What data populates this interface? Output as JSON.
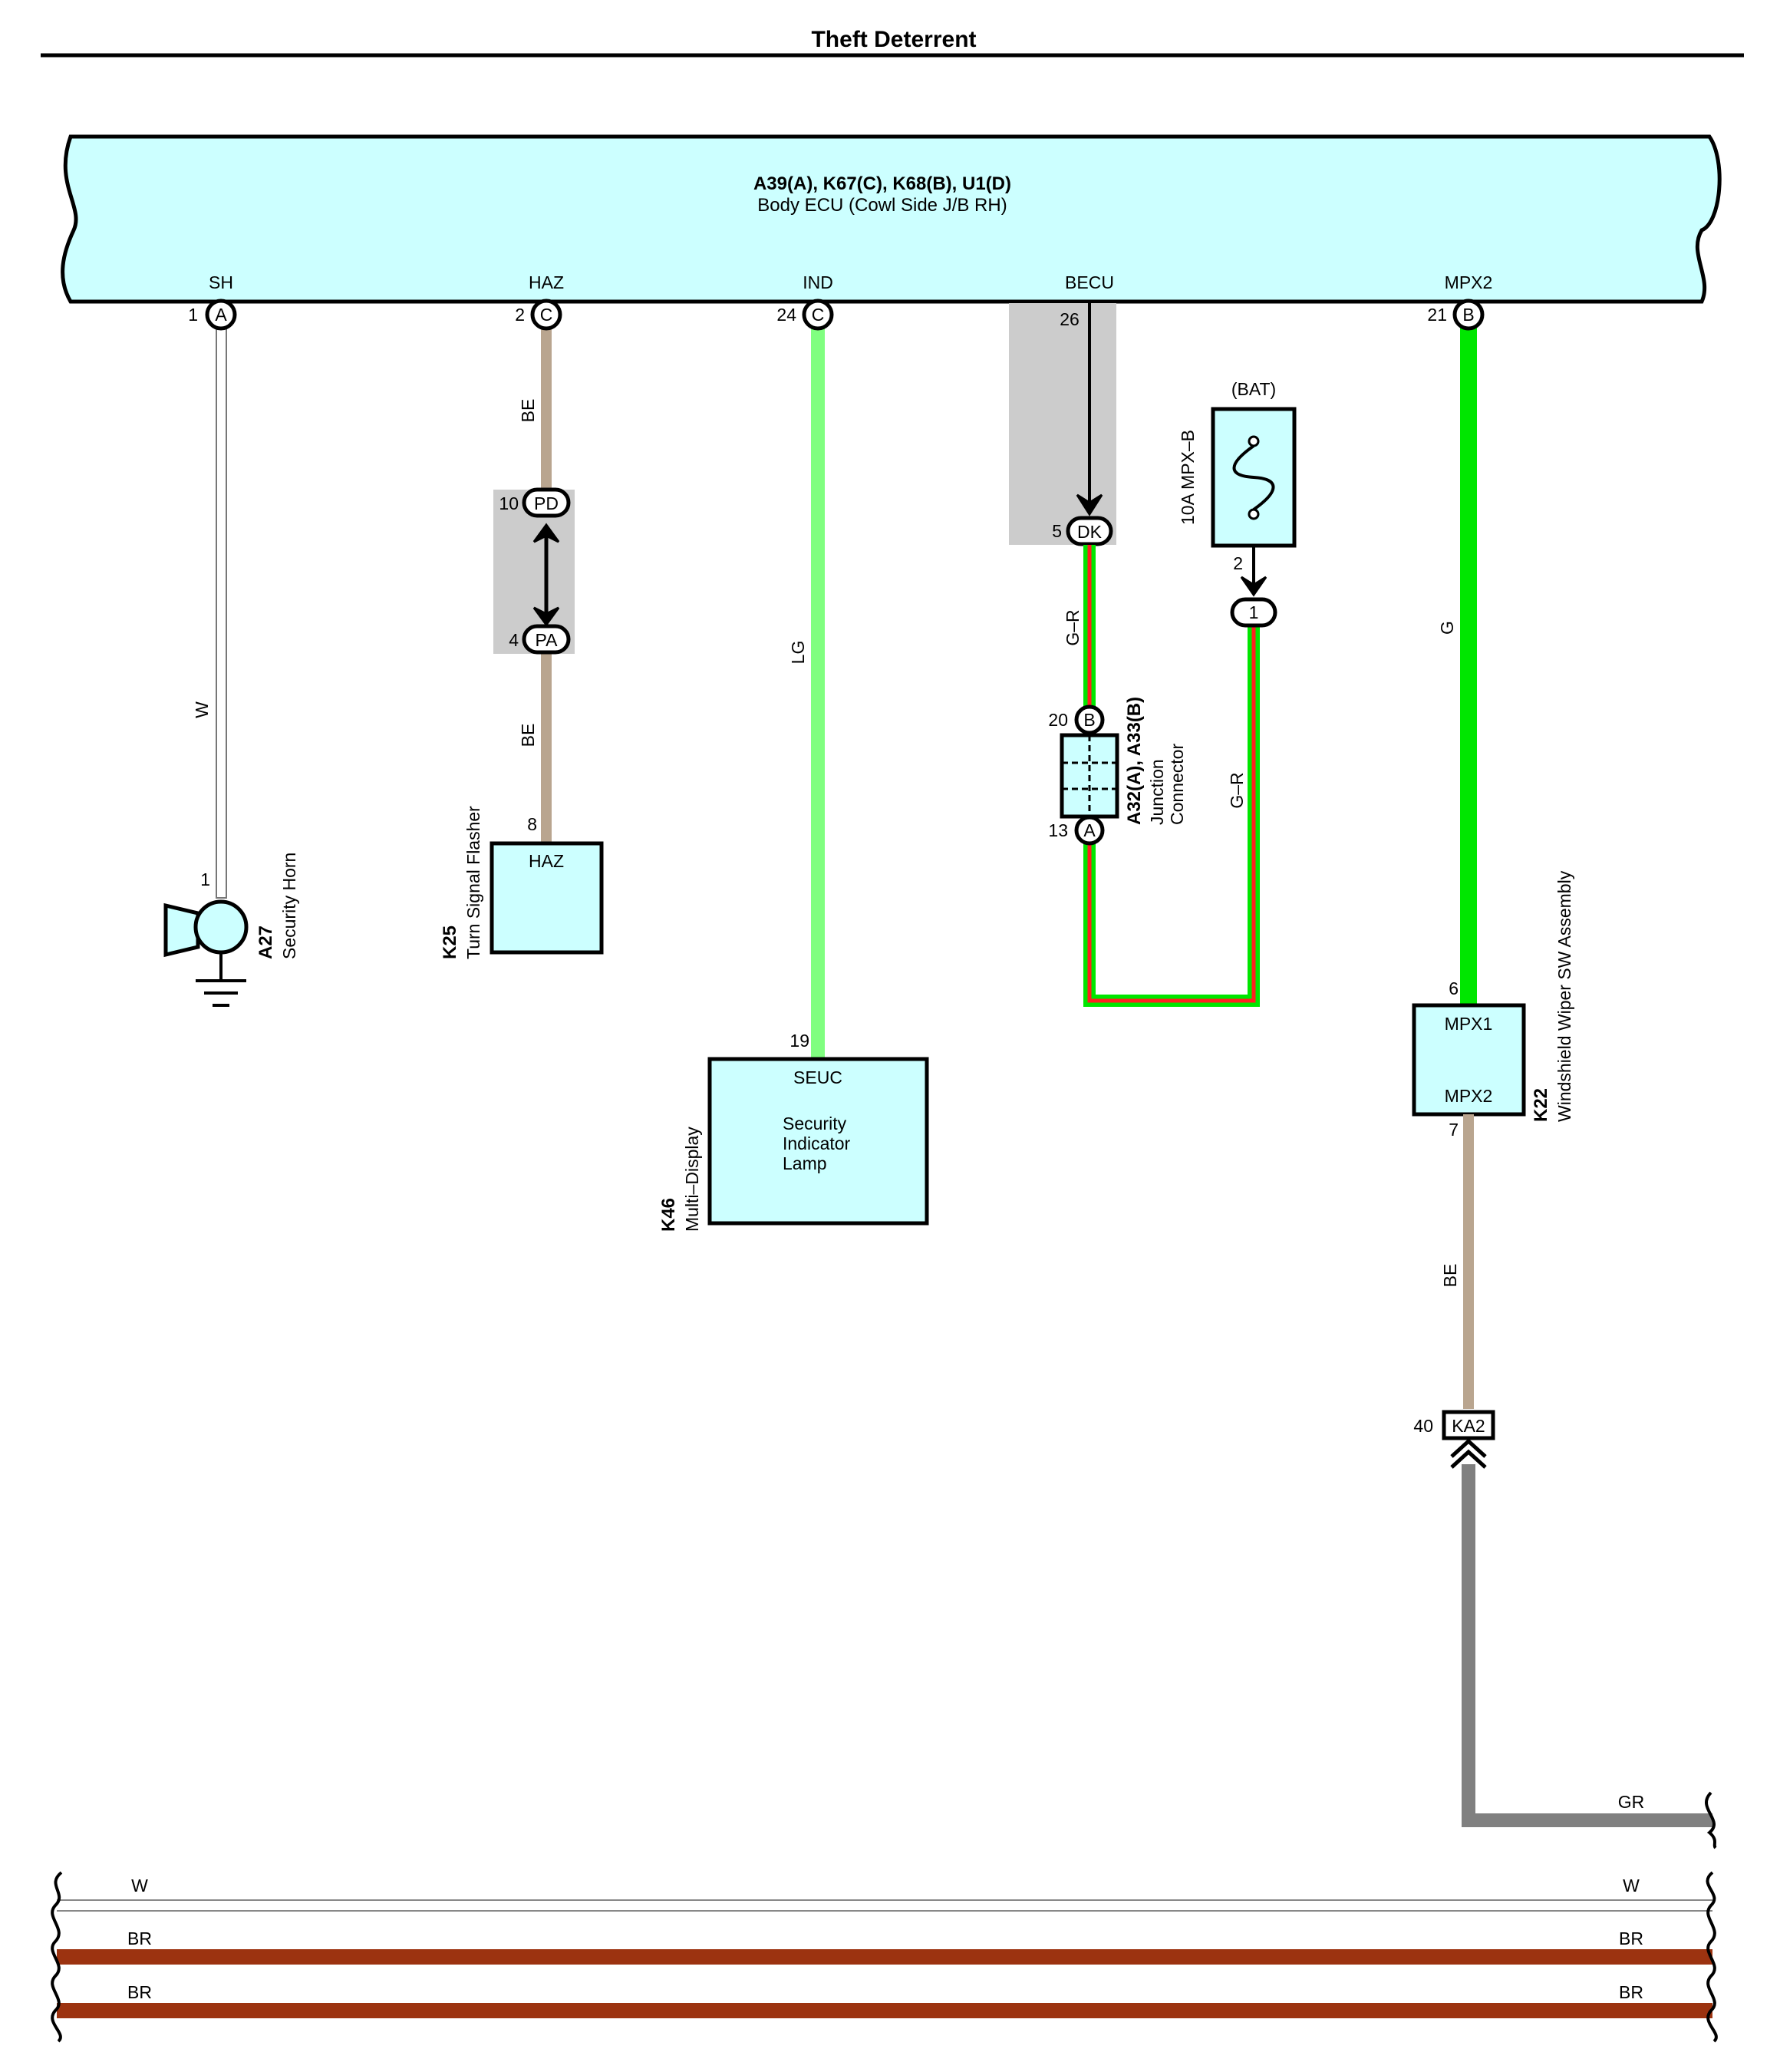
{
  "title": "Theft Deterrent",
  "ecu": {
    "connectors": "A39(A), K67(C), K68(B), U1(D)",
    "name": "Body ECU (Cowl Side J/B RH)",
    "terminals": [
      "SH",
      "HAZ",
      "IND",
      "BECU",
      "MPX2"
    ]
  },
  "pins": {
    "sh": {
      "num": "1",
      "conn": "A"
    },
    "haz": {
      "num": "2",
      "conn": "C"
    },
    "ind": {
      "num": "24",
      "conn": "C"
    },
    "becu": {
      "num": "26"
    },
    "mpx2": {
      "num": "21",
      "conn": "B"
    },
    "pd": {
      "num": "10",
      "name": "PD"
    },
    "pa": {
      "num": "4",
      "name": "PA"
    },
    "dk": {
      "num": "5",
      "name": "DK"
    },
    "bat_out": {
      "num": "2",
      "name": "1"
    },
    "jc_b": {
      "num": "20",
      "conn": "B"
    },
    "jc_a": {
      "num": "13",
      "conn": "A"
    },
    "horn": {
      "num": "1"
    },
    "flasher": {
      "num": "8"
    },
    "display": {
      "num": "19"
    },
    "wiper_in": {
      "num": "6"
    },
    "wiper_out": {
      "num": "7"
    },
    "ka2": {
      "num": "40",
      "name": "KA2"
    }
  },
  "wire_colors": {
    "sh": "W",
    "haz_upper": "BE",
    "haz_lower": "BE",
    "ind": "LG",
    "becu": "G–R",
    "bat": "G–R",
    "mpx2": "G",
    "wiper_lower": "BE",
    "gr": "GR"
  },
  "fuse": {
    "supply": "(BAT)",
    "name": "10A MPX–B"
  },
  "components": {
    "horn": {
      "code": "A27",
      "name": "Security Horn"
    },
    "flasher": {
      "code": "K25",
      "name": "Turn Signal Flasher",
      "terminal": "HAZ"
    },
    "display": {
      "code": "K46",
      "name": "Multi–Display",
      "terminal": "SEUC",
      "line1": "Security",
      "line2": "Indicator",
      "line3": "Lamp"
    },
    "junction": {
      "code": "A32(A), A33(B)",
      "line1": "Junction",
      "line2": "Connector"
    },
    "wiper": {
      "code": "K22",
      "name": "Windshield Wiper SW Assembly",
      "terminal1": "MPX1",
      "terminal2": "MPX2"
    }
  },
  "bus_lines": [
    {
      "left": "W",
      "right": "W"
    },
    {
      "left": "BR",
      "right": "BR"
    },
    {
      "left": "BR",
      "right": "BR"
    }
  ],
  "colors": {
    "ecu_fill": "#ccffff",
    "white_wire": "#ffffff",
    "beige_wire": "#b9a58f",
    "light_green_wire": "#80ff80",
    "green_wire": "#00e600",
    "red_wire": "#ff2020",
    "gray_wire": "#808080",
    "brown_wire": "#9c3310",
    "shield_gray": "#cccccc"
  }
}
